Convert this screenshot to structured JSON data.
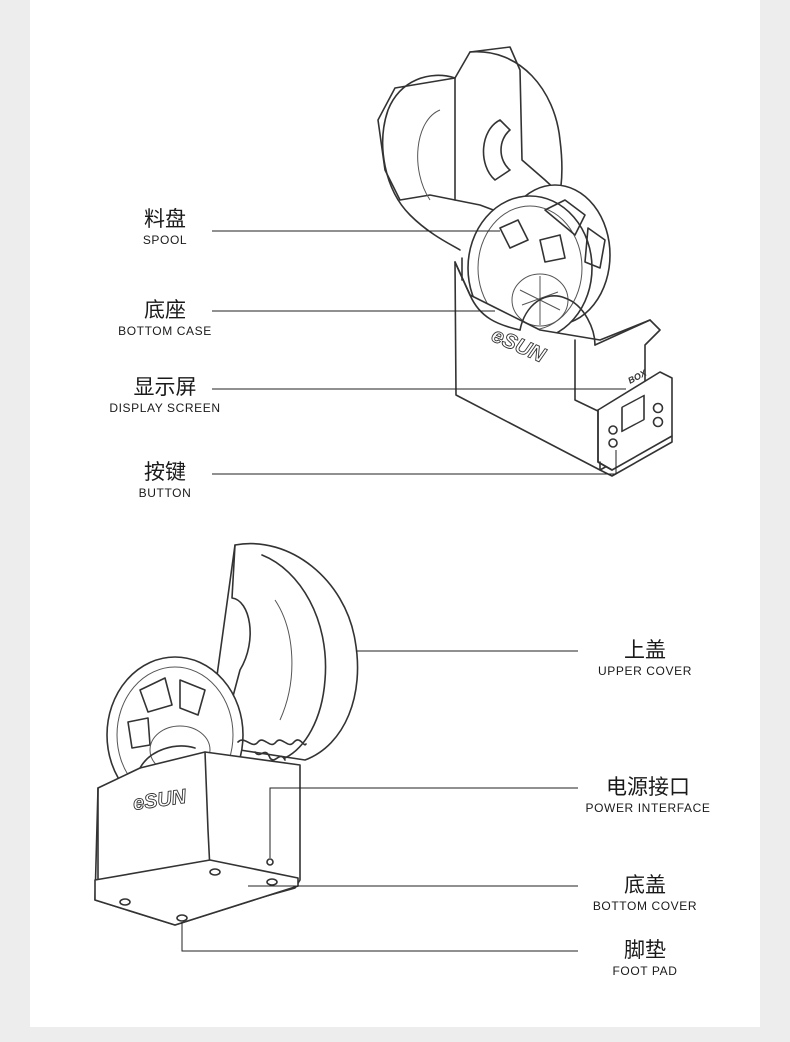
{
  "brand": "eSUN",
  "badge": "BOX",
  "labels": {
    "spool": {
      "zh": "料盘",
      "en": "SPOOL"
    },
    "bottom_case": {
      "zh": "底座",
      "en": "BOTTOM CASE"
    },
    "display_screen": {
      "zh": "显示屏",
      "en": "DISPLAY SCREEN"
    },
    "button": {
      "zh": "按键",
      "en": "BUTTON"
    },
    "upper_cover": {
      "zh": "上盖",
      "en": "UPPER COVER"
    },
    "power_interface": {
      "zh": "电源接口",
      "en": "POWER INTERFACE"
    },
    "bottom_cover": {
      "zh": "底盖",
      "en": "BOTTOM COVER"
    },
    "foot_pad": {
      "zh": "脚垫",
      "en": "FOOT PAD"
    }
  },
  "colors": {
    "background": "#ededed",
    "sheet": "#ffffff",
    "line": "#333333"
  }
}
